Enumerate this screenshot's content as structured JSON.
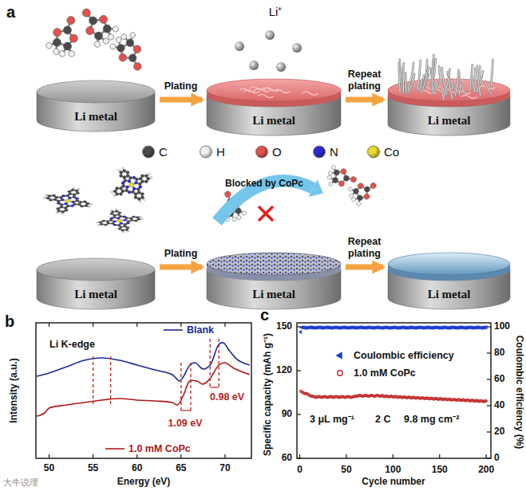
{
  "diagram": {
    "nodes": [
      {
        "text": [
          "Li metal"
        ]
      },
      {
        "text": [
          "Li metal"
        ]
      },
      {
        "text": [
          "Li metal"
        ]
      },
      {
        "text": [
          "Li metal"
        ]
      },
      {
        "text": [
          "Li metal"
        ]
      },
      {
        "text": [
          "Li metal"
        ]
      }
    ],
    "edges": [
      {
        "from": 0,
        "to": 1,
        "label": "Plating",
        "arrow": "to"
      },
      {
        "from": 1,
        "to": 2,
        "label": "Repeat plating",
        "arrow": "to"
      },
      {
        "from": 3,
        "to": 4,
        "label": "Plating",
        "arrow": "to"
      },
      {
        "from": 4,
        "to": 5,
        "label": "Repeat plating",
        "arrow": "to"
      }
    ],
    "labels": [
      "a",
      "Li⁺",
      "Blocked by CoPc",
      "b",
      "Li K-edge",
      "1.09 eV",
      "0.98 eV",
      "Intensity (a.u.)",
      "Energy (eV)",
      "50",
      "55",
      "60",
      "65",
      "70",
      "c",
      "3 μL mg⁻¹",
      "2 C",
      "9.8 mg cm⁻²",
      "Specific capacity (mAh g⁻¹)",
      "Coulombic efficiency (%)",
      "Cycle number",
      "0",
      "50",
      "100",
      "150",
      "200",
      "60",
      "90",
      "120",
      "150",
      "0",
      "20",
      "40",
      "60",
      "80",
      "100",
      "大牛说理"
    ],
    "legend": [
      {
        "text": "C",
        "color": "#4a4a4a"
      },
      {
        "text": "H",
        "color": "#f2f2f2"
      },
      {
        "text": "O",
        "color": "#e2524c"
      },
      {
        "text": "N",
        "color": "#2b2bd0"
      },
      {
        "text": "Co",
        "color": "#e6dc2a"
      },
      {
        "text": "Blank"
      },
      {
        "text": "1.0 mM CoPc"
      },
      {
        "text": "Coulombic efficiency"
      },
      {
        "text": "1.0 mM CoPc"
      }
    ]
  }
}
